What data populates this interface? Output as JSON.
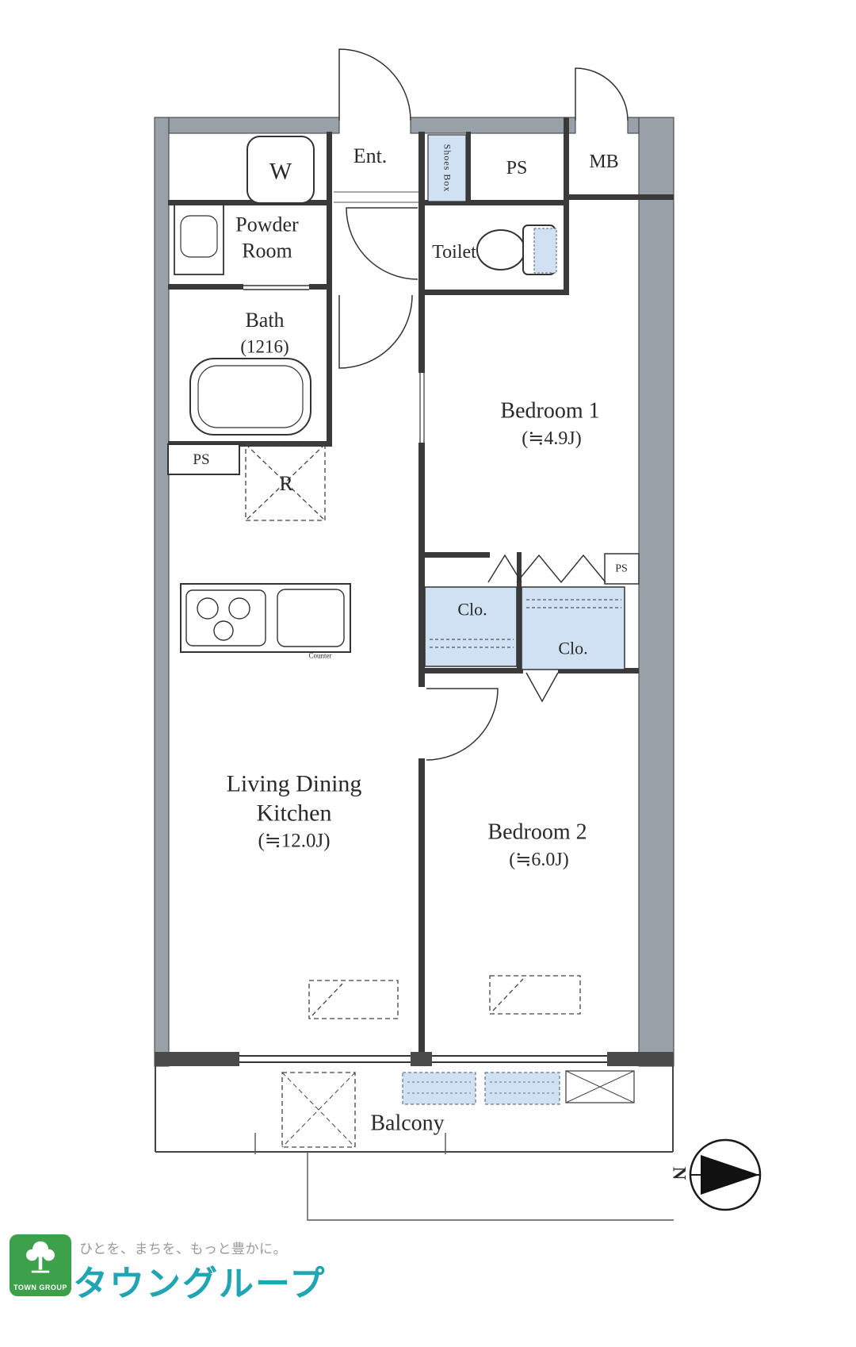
{
  "colors": {
    "wall_band": "#98a0a8",
    "wall_dark": "#3a3a3a",
    "closet_blue": "#cfe1f2",
    "brand_teal": "#21a5b2",
    "brand_green": "#3da14b"
  },
  "floorplan": {
    "rooms": {
      "entrance": "Ent.",
      "washer": "W",
      "shoes_box": "Shoes Box",
      "ps_top": "PS",
      "mb": "MB",
      "powder_room": "Powder Room",
      "toilet": "Toilet",
      "bath_name": "Bath",
      "bath_size": "(1216)",
      "ps_left": "PS",
      "fridge": "R",
      "bedroom1_name": "Bedroom 1",
      "bedroom1_size": "(≒4.9J)",
      "closet1": "Clo.",
      "closet2": "Clo.",
      "ps_mid": "PS",
      "ldk_line1": "Living Dining",
      "ldk_line2": "Kitchen",
      "ldk_size": "(≒12.0J)",
      "bedroom2_name": "Bedroom 2",
      "bedroom2_size": "(≒6.0J)",
      "balcony": "Balcony",
      "counter": "Counter"
    },
    "compass": "N"
  },
  "footer": {
    "logo_name": "TOWN GROUP",
    "tagline": "ひとを、まちを、もっと豊かに。",
    "brand": "タウングループ"
  }
}
